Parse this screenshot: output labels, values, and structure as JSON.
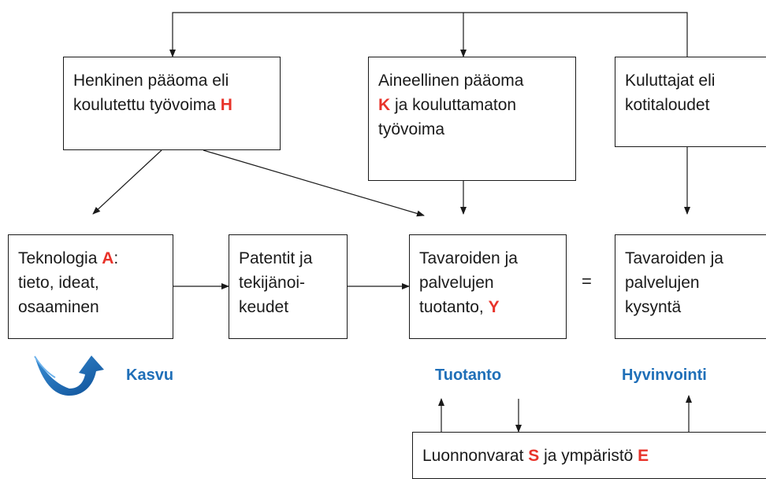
{
  "colors": {
    "highlight": "#e8332a",
    "blue_label": "#1f6fb8",
    "line": "#1a1a1a"
  },
  "boxes": {
    "human_capital": {
      "line1": "Henkinen pääoma eli",
      "line2_pre": "koulutettu työvoima ",
      "var": "H"
    },
    "material_capital": {
      "line1": "Aineellinen pääoma",
      "var": "K",
      "line2_post": " ja kouluttamaton",
      "line3": "työvoima"
    },
    "consumers": {
      "line1": "Kuluttajat eli",
      "line2": "kotitaloudet"
    },
    "technology": {
      "line1_pre": "Teknologia ",
      "var": "A",
      "line1_post": ":",
      "line2": "tieto, ideat,",
      "line3": "osaaminen"
    },
    "patents": {
      "line1": "Patentit ja",
      "line2": "tekijänoi-",
      "line3": "keudet"
    },
    "production": {
      "line1": "Tavaroiden ja",
      "line2": "palvelujen",
      "line3_pre": "tuotanto, ",
      "var": "Y"
    },
    "demand": {
      "line1": "Tavaroiden ja",
      "line2": "palvelujen",
      "line3": "kysyntä"
    },
    "resources": {
      "text1": "Luonnonvarat ",
      "var1": "S",
      "text2": " ja ympäristö ",
      "var2": "E"
    }
  },
  "equals_sign": "=",
  "labels": {
    "growth": "Kasvu",
    "production": "Tuotanto",
    "wellbeing": "Hyvinvointi"
  },
  "icons": {
    "growth": "circular-growth-arrow-icon"
  }
}
